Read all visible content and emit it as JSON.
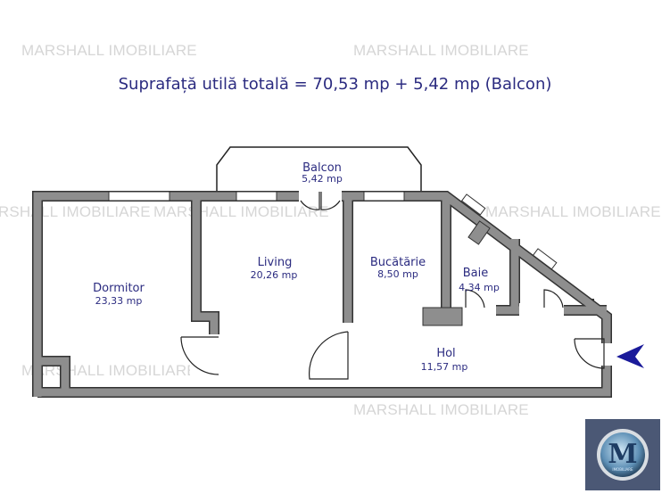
{
  "title": "Suprafață utilă totală = 70,53 mp + 5,42 mp (Balcon)",
  "watermark": "MARSHALL IMOBILIARE",
  "rooms": [
    {
      "name": "Balcon",
      "area": "5,42 mp"
    },
    {
      "name": "Living",
      "area": "20,26 mp"
    },
    {
      "name": "Dormitor",
      "area": "23,33 mp"
    },
    {
      "name": "Bucătărie",
      "area": "8,50 mp"
    },
    {
      "name": "Baie",
      "area": "4,34 mp"
    },
    {
      "name": "Hol",
      "area": "11,57 mp"
    }
  ],
  "logo": {
    "letter": "M",
    "text": "IMOBILIARE"
  },
  "colors": {
    "text": "#2b2b80",
    "wall": "#8e8e8e",
    "arrow": "#1a1a9a",
    "logo_bg": "#4b5875"
  }
}
